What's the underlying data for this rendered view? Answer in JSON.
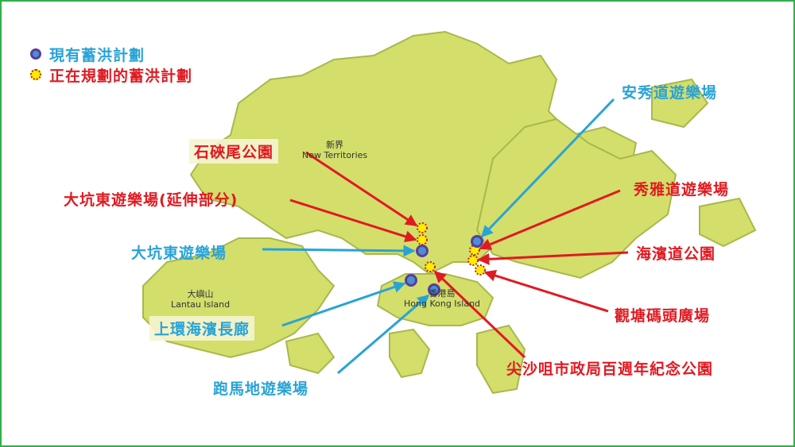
{
  "legend": {
    "existing": "現有蓄洪計劃",
    "planned": "正在規劃的蓄洪計劃",
    "existing_color": "#5a3c9c",
    "planned_color": "#ffee00"
  },
  "map_labels": {
    "nt_zh": "新界",
    "nt_en": "New Territories",
    "lantau_zh": "大嶼山",
    "lantau_en": "Lantau Island",
    "hki_zh": "香港島",
    "hki_en": "Hong Kong Island"
  },
  "sites": {
    "shek_kip_mei": {
      "name": "石硤尾公園",
      "status": "planned"
    },
    "tai_hang_tung_ext": {
      "name": "大坑東遊樂場(延伸部分)",
      "status": "planned"
    },
    "tai_hang_tung": {
      "name": "大坑東遊樂場",
      "status": "existing"
    },
    "sheung_wan": {
      "name": "上環海濱長廊",
      "status": "existing"
    },
    "happy_valley": {
      "name": "跑馬地遊樂場",
      "status": "existing"
    },
    "on_sau_road": {
      "name": "安秀道遊樂場",
      "status": "existing"
    },
    "sau_nga_road": {
      "name": "秀雅道遊樂場",
      "status": "planned"
    },
    "hoi_bun_road": {
      "name": "海濱道公園",
      "status": "planned"
    },
    "kwun_tong_pier": {
      "name": "觀塘碼頭廣場",
      "status": "planned"
    },
    "tsim_sha_tsui": {
      "name": "尖沙咀市政局百週年紀念公園",
      "status": "planned"
    }
  },
  "colors": {
    "land": "#d3de6b",
    "coast": "#a9b84a",
    "existing_text": "#29a3d6",
    "planned_text": "#e01a22"
  }
}
